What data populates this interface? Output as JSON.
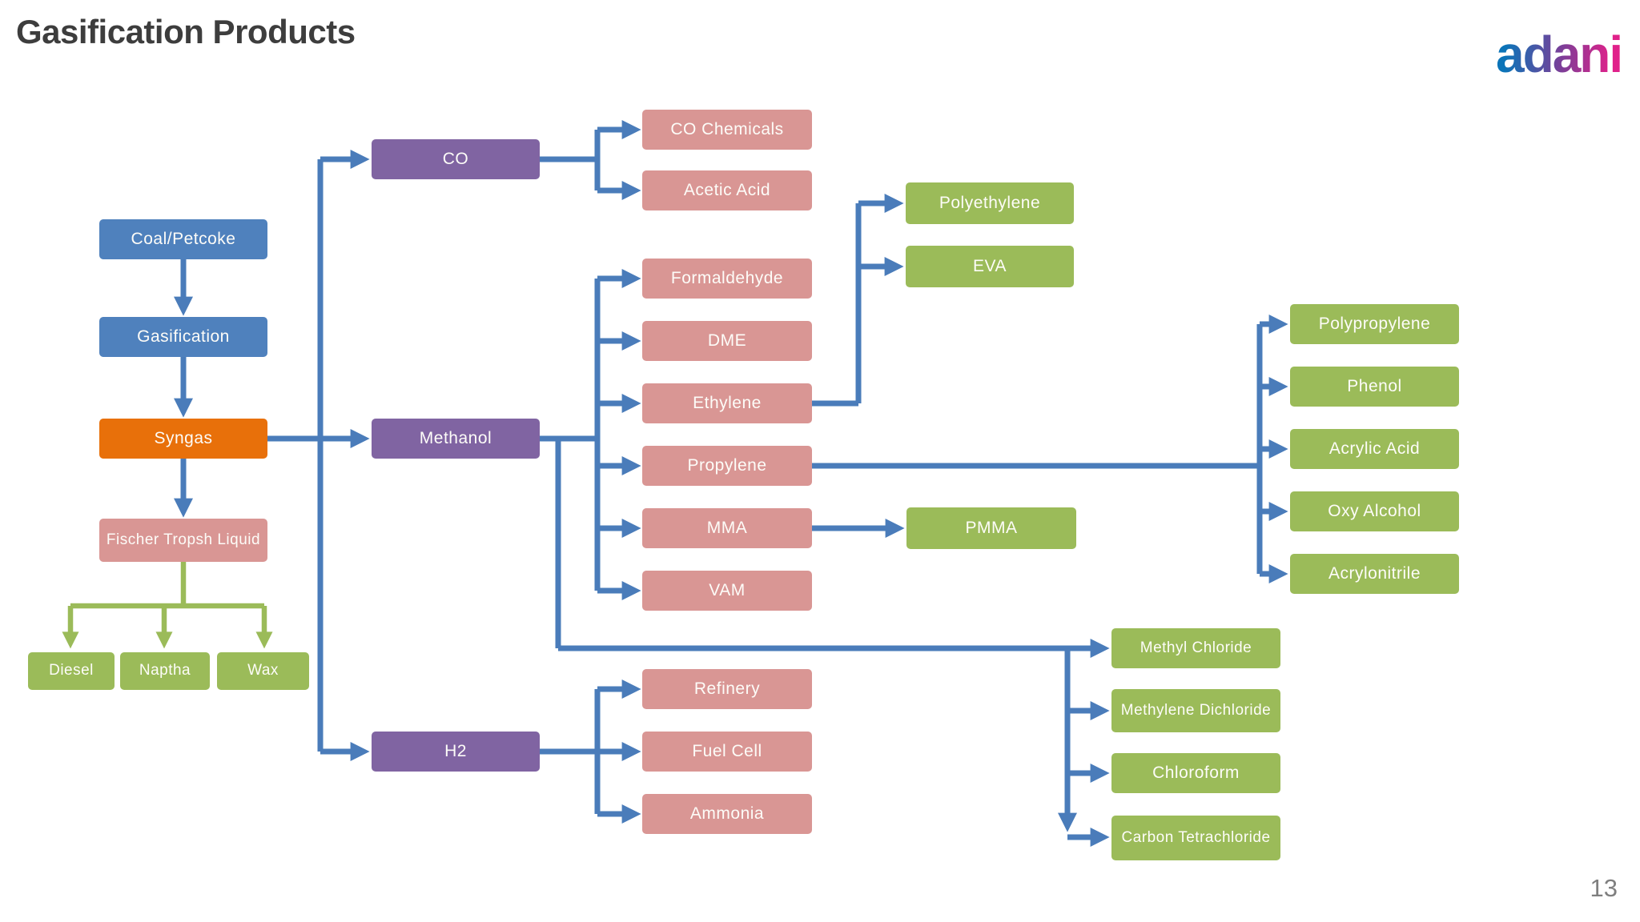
{
  "page": {
    "title": "Gasification Products",
    "logo_text": "adani",
    "page_number": "13"
  },
  "colors": {
    "box-blue": "#4f81bd",
    "box-orange": "#e8700a",
    "box-pink": "#d99694",
    "box-purple": "#8064a2",
    "box-green": "#9bbb59",
    "line-blue": "#4a7cba",
    "line-green": "#9bbb59",
    "title-gray": "#3d3d3d",
    "page-gray": "#7f7f7f",
    "logo-blue": "#0b74b8",
    "logo-purple": "#7a3f98",
    "logo-magenta": "#e0218a"
  },
  "nodes": {
    "coal": {
      "label": "Coal/Petcoke"
    },
    "gasification": {
      "label": "Gasification"
    },
    "syngas": {
      "label": "Syngas"
    },
    "ft_liquid": {
      "label": "Fischer Tropsh Liquid"
    },
    "diesel": {
      "label": "Diesel"
    },
    "naptha": {
      "label": "Naptha"
    },
    "wax": {
      "label": "Wax"
    },
    "co": {
      "label": "CO"
    },
    "methanol": {
      "label": "Methanol"
    },
    "h2": {
      "label": "H2"
    },
    "co_chemicals": {
      "label": "CO Chemicals"
    },
    "acetic_acid": {
      "label": "Acetic Acid"
    },
    "formaldehyde": {
      "label": "Formaldehyde"
    },
    "dme": {
      "label": "DME"
    },
    "ethylene": {
      "label": "Ethylene"
    },
    "propylene": {
      "label": "Propylene"
    },
    "mma": {
      "label": "MMA"
    },
    "vam": {
      "label": "VAM"
    },
    "polyethylene": {
      "label": "Polyethylene"
    },
    "eva": {
      "label": "EVA"
    },
    "pmma": {
      "label": "PMMA"
    },
    "polypropylene": {
      "label": "Polypropylene"
    },
    "phenol": {
      "label": "Phenol"
    },
    "acrylic_acid": {
      "label": "Acrylic Acid"
    },
    "oxy_alcohol": {
      "label": "Oxy Alcohol"
    },
    "acrylonitrile": {
      "label": "Acrylonitrile"
    },
    "methyl_chloride": {
      "label": "Methyl Chloride"
    },
    "methylene_dichloride": {
      "label": "Methylene Dichloride"
    },
    "chloroform": {
      "label": "Chloroform"
    },
    "carbon_tetrachloride": {
      "label": "Carbon Tetrachloride"
    },
    "refinery": {
      "label": "Refinery"
    },
    "fuel_cell": {
      "label": "Fuel Cell"
    },
    "ammonia": {
      "label": "Ammonia"
    }
  }
}
